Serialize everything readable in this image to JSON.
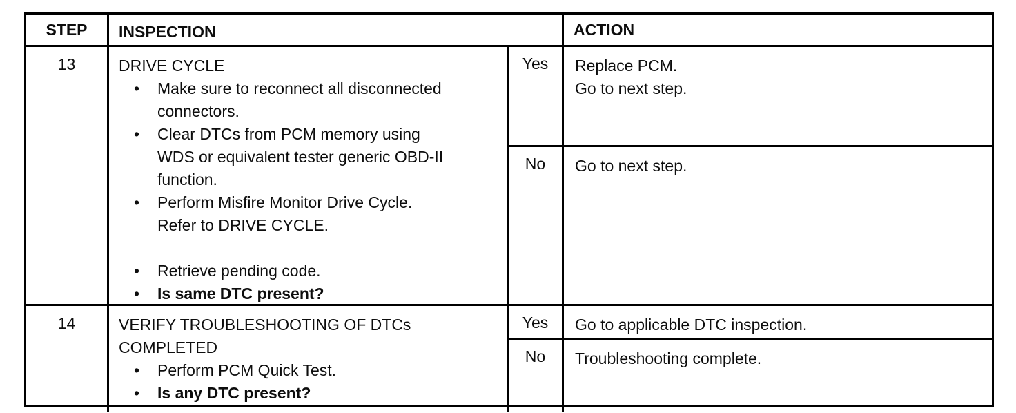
{
  "document": {
    "headers": {
      "step": "STEP",
      "inspection": "INSPECTION",
      "action": "ACTION"
    },
    "bullet_char": "•",
    "rows": [
      {
        "step": "13",
        "title_lines": [
          "DRIVE CYCLE"
        ],
        "bullets": [
          {
            "lines": [
              "Make sure to reconnect all disconnected",
              "connectors."
            ]
          },
          {
            "lines": [
              "Clear DTCs from PCM memory using",
              "WDS or equivalent tester generic OBD-II",
              "function."
            ]
          },
          {
            "lines": [
              "Perform Misfire Monitor Drive Cycle.",
              "Refer to DRIVE CYCLE."
            ]
          },
          {
            "lines": [
              "Retrieve pending code."
            ]
          },
          {
            "lines": [
              "Is same DTC present?"
            ],
            "bold": true
          }
        ],
        "outcomes": [
          {
            "label": "Yes",
            "line1": "Replace PCM.",
            "line2": "Go to next step."
          },
          {
            "label": "No",
            "line1": "Go to next step."
          }
        ]
      },
      {
        "step": "14",
        "title_lines": [
          "VERIFY TROUBLESHOOTING OF DTCs",
          "COMPLETED"
        ],
        "bullets": [
          {
            "lines": [
              "Perform PCM Quick Test."
            ]
          },
          {
            "lines": [
              "Is any DTC present?"
            ],
            "bold": true
          }
        ],
        "outcomes": [
          {
            "label": "Yes",
            "line1": "Go to applicable DTC inspection."
          },
          {
            "label": "No",
            "line1": "Troubleshooting complete."
          }
        ]
      }
    ]
  }
}
